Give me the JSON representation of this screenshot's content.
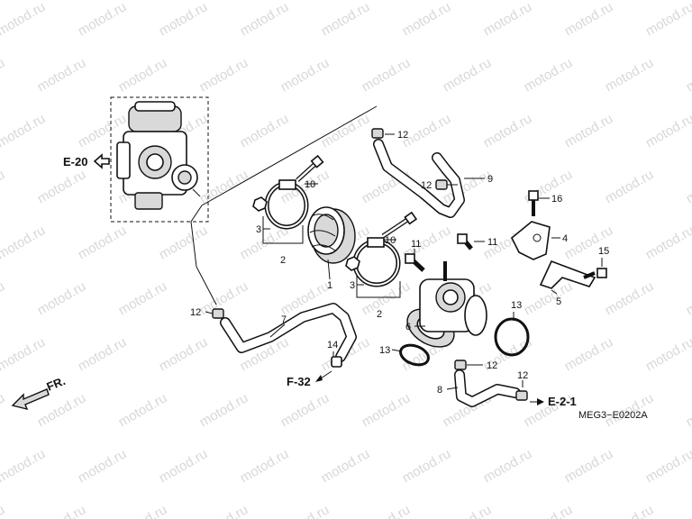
{
  "watermark": "motod.ru",
  "diagram_code": "MEG3−E0202A",
  "refs": {
    "e20": "E-20",
    "f32": "F-32",
    "e21": "E-2-1",
    "fr": "FR."
  },
  "labels": {
    "p1": "1",
    "p2a": "2",
    "p2b": "2",
    "p3a": "3",
    "p3b": "3",
    "p4": "4",
    "p5": "5",
    "p6": "6",
    "p7": "7",
    "p8": "8",
    "p9": "9",
    "p10a": "10",
    "p10b": "10",
    "p11a": "11",
    "p11b": "11",
    "p12a": "12",
    "p12b": "12",
    "p12c": "12",
    "p12d": "12",
    "p12e": "12",
    "p13a": "13",
    "p13b": "13",
    "p14": "14",
    "p15": "15",
    "p16": "16"
  }
}
